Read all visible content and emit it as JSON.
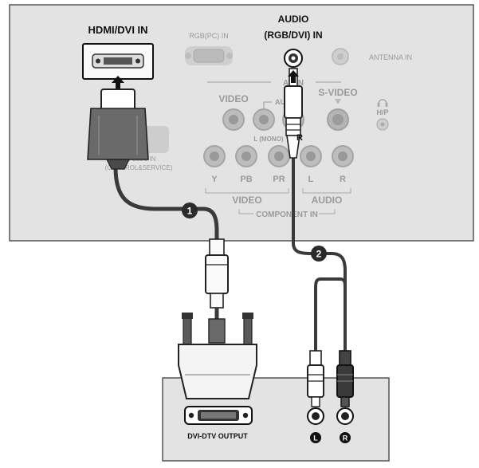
{
  "tv_panel": {
    "hdmi_dvi_in": "HDMI/DVI IN",
    "audio_title_line1": "AUDIO",
    "audio_title_line2": "(RGB/DVI) IN",
    "rgb_pc_in": "RGB(PC) IN",
    "antenna_in": "ANTENNA IN",
    "av_in": "AV IN",
    "video": "VIDEO",
    "audio_small": "AUDIO",
    "s_video": "S-VIDEO",
    "headphone": "H/P",
    "l_mono": "L (MONO)",
    "r_marker": "R",
    "rs232c_line1": "RS-232C IN",
    "rs232c_line2": "(CONTROL&SERVICE)",
    "comp_y": "Y",
    "comp_pb": "PB",
    "comp_pr": "PR",
    "comp_l": "L",
    "comp_r": "R",
    "comp_video": "VIDEO",
    "comp_audio": "AUDIO",
    "component_in": "COMPONENT IN"
  },
  "steps": {
    "step1": "1",
    "step2": "2"
  },
  "device": {
    "dvi_dtv_output": "DVI-DTV OUTPUT",
    "left_jack": "L",
    "right_jack": "R"
  },
  "colors": {
    "panel": "#e3e3e3",
    "panel_border": "#555555",
    "cable": "#3a3a3a",
    "step_badge": "#2b2b2b"
  }
}
